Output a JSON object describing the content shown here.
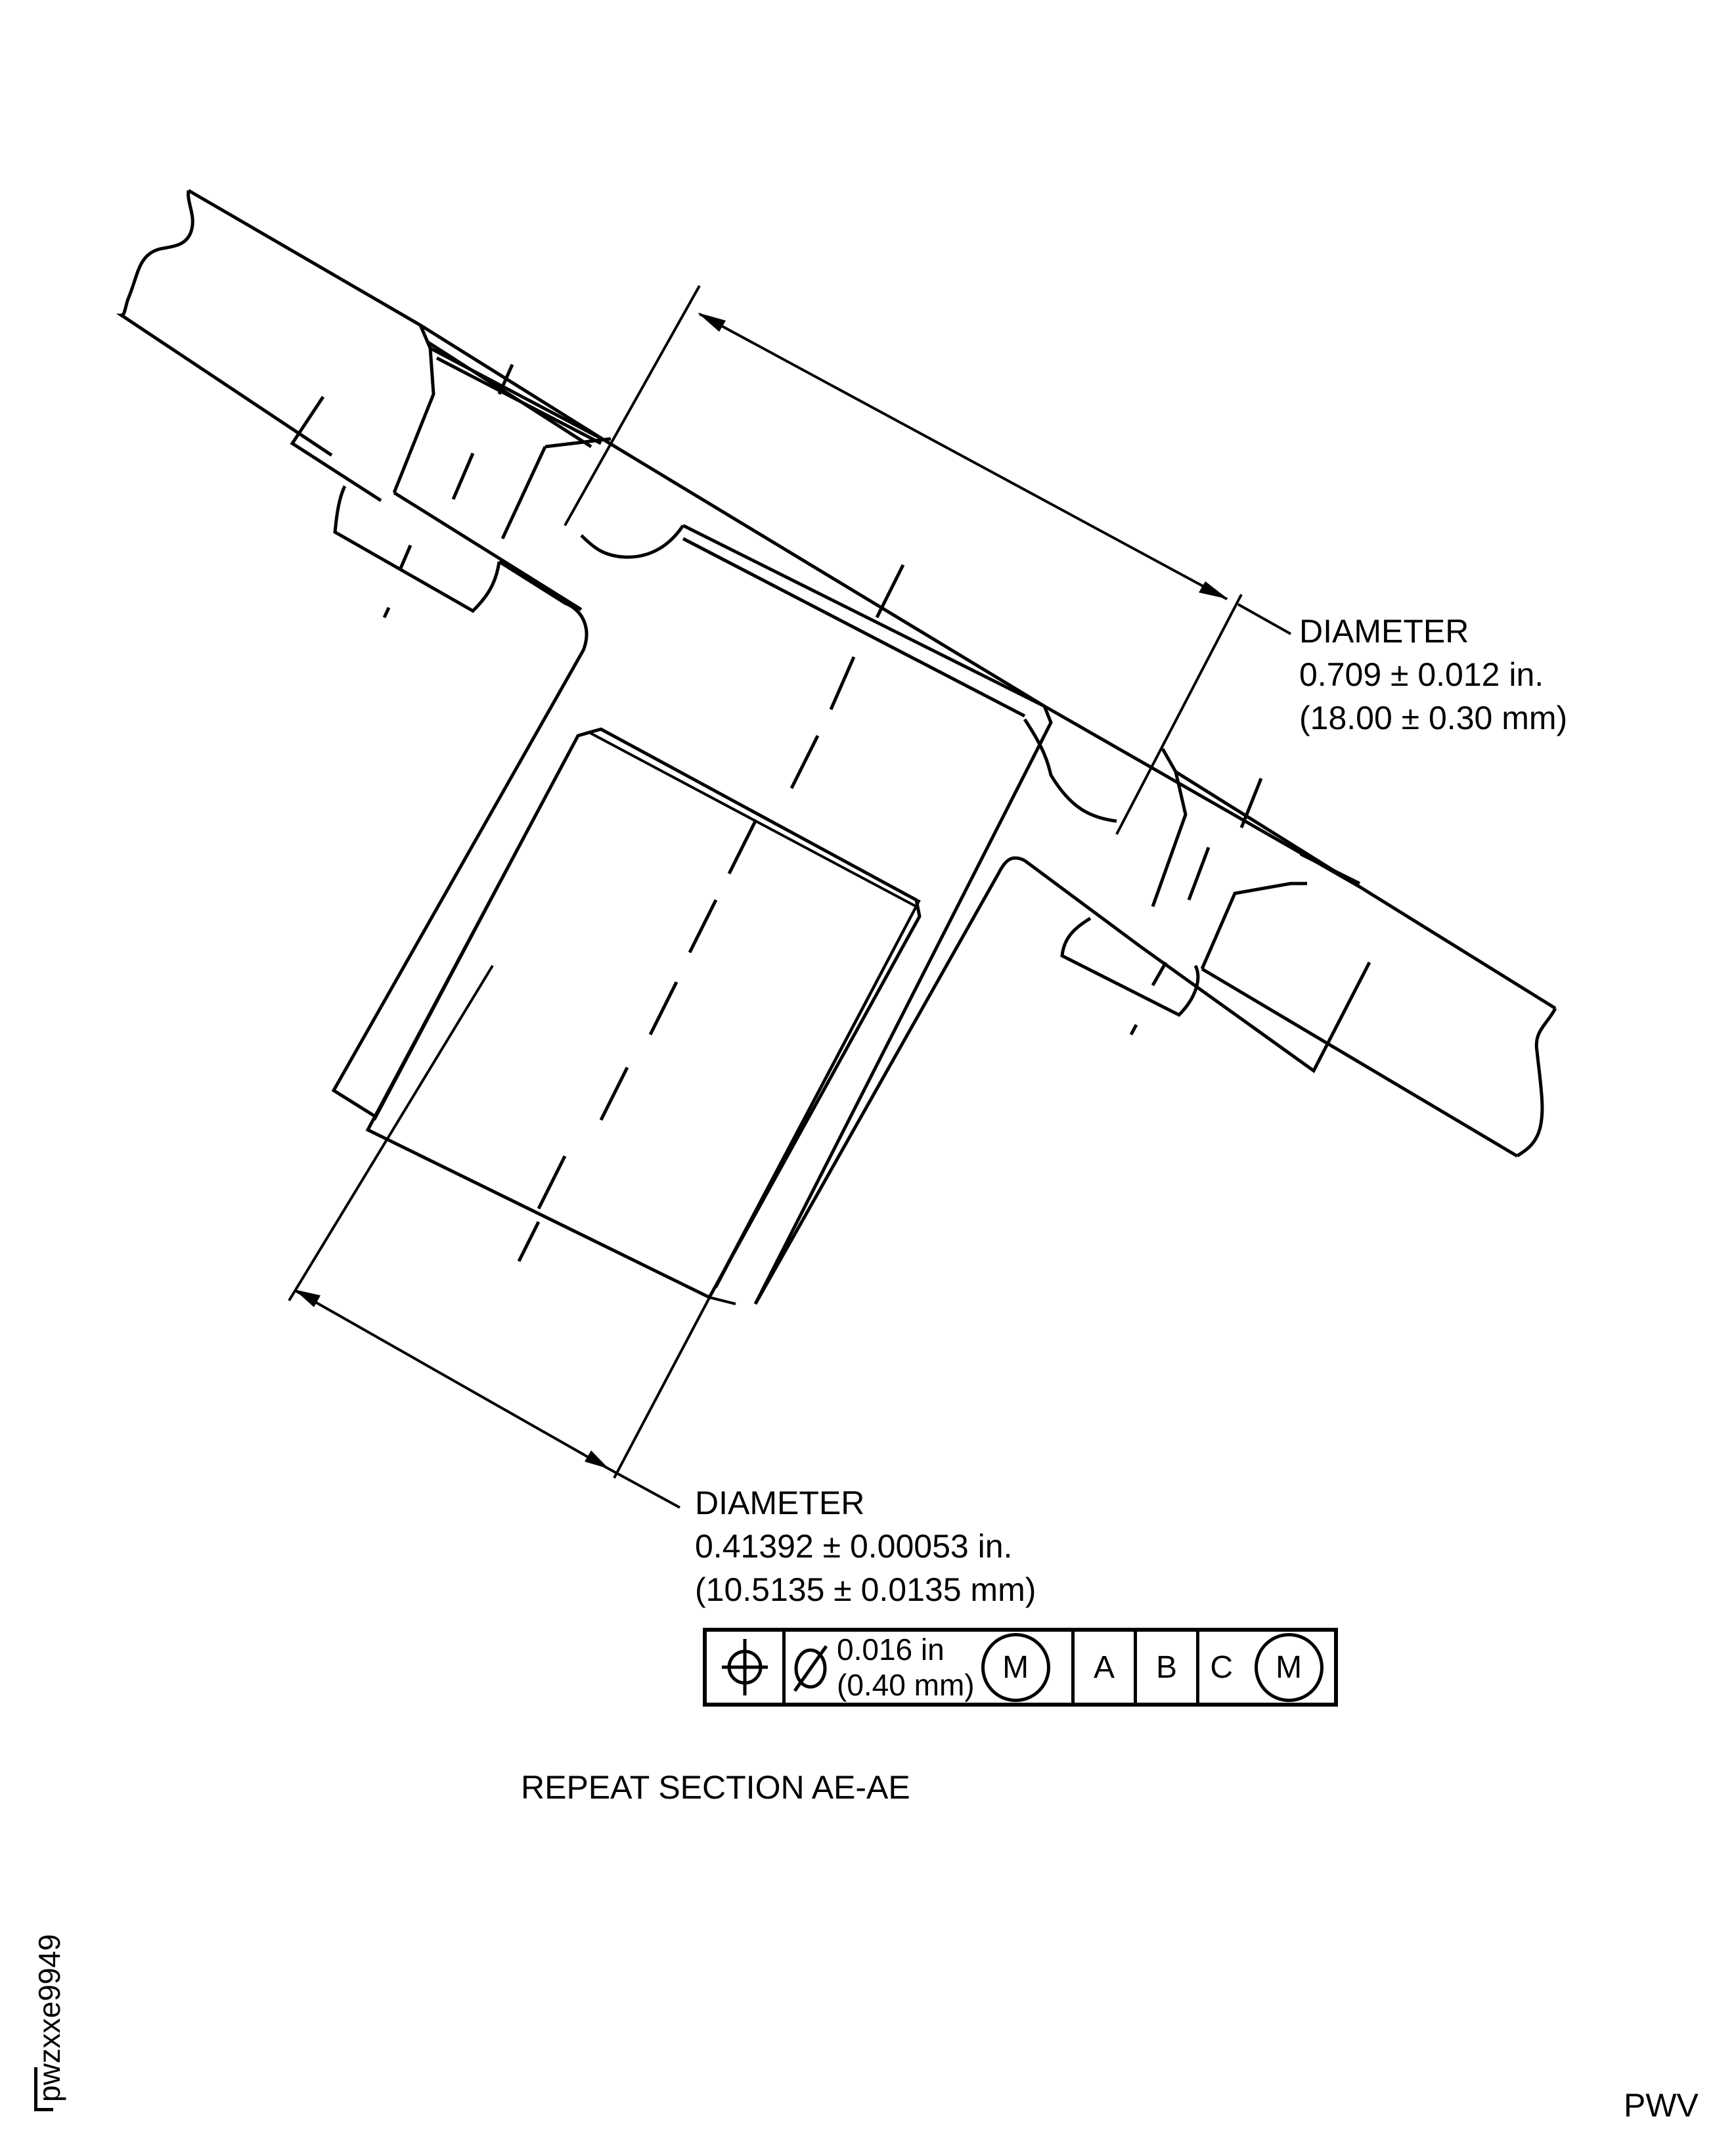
{
  "drawing": {
    "type": "engineering section view",
    "title": "REPEAT SECTION AE-AE",
    "figure_id": "pwzxxe9949",
    "corner_label": "PWV"
  },
  "dimensions": {
    "outer": {
      "label": "DIAMETER",
      "inch": "0.709 ± 0.012 in.",
      "mm": "(18.00 ± 0.30 mm)"
    },
    "bore": {
      "label": "DIAMETER",
      "inch": "0.41392 ± 0.00053 in.",
      "mm": "(10.5135 ± 0.0135 mm)"
    }
  },
  "feature_control_frame": {
    "characteristic_symbol": "position-icon",
    "diameter_symbol": "⌀",
    "tolerance_in": "0.016 in",
    "tolerance_mm": "(0.40 mm)",
    "tolerance_modifier": "M",
    "datums": [
      "A",
      "B",
      "C"
    ],
    "datum_c_modifier": "M"
  }
}
